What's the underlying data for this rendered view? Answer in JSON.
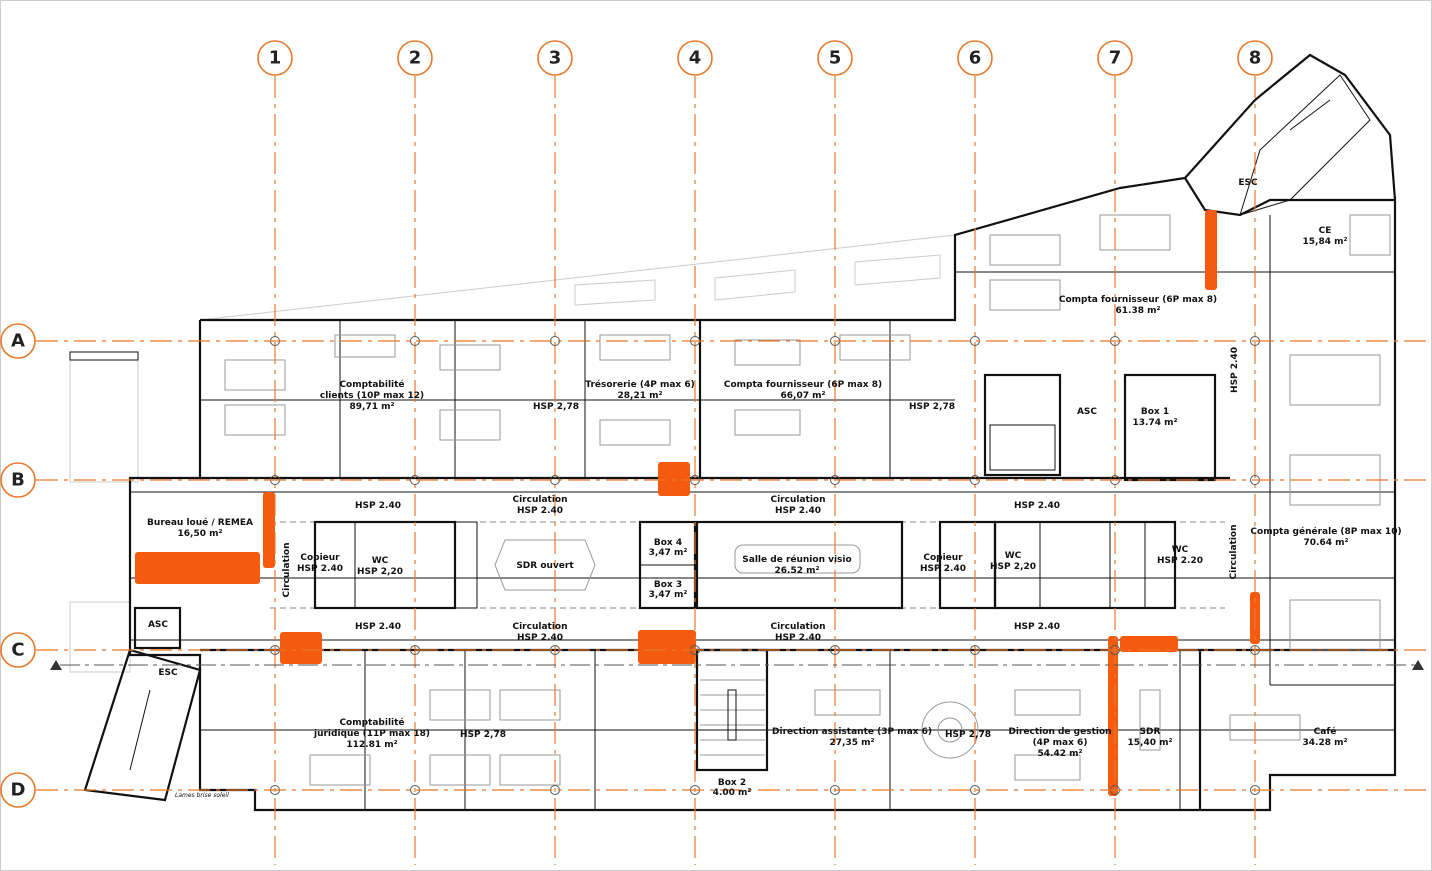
{
  "grid": {
    "columns": [
      "1",
      "2",
      "3",
      "4",
      "5",
      "6",
      "7",
      "8"
    ],
    "rows": [
      "A",
      "B",
      "C",
      "D"
    ],
    "line_color": "#e8782a"
  },
  "highlight_color": "#f45b0f",
  "rooms": {
    "comptabilite_clients": {
      "line1": "Comptabilité",
      "line2": "clients (10P max 12)",
      "area": "89,71 m²"
    },
    "tresorerie": {
      "line1": "Trésorerie (4P max 6)",
      "area": "28,21 m²"
    },
    "compta_fournisseur_a": {
      "line1": "Compta fournisseur (6P max 8)",
      "area": "66,07 m²"
    },
    "compta_fournisseur_b": {
      "line1": "Compta fournisseur (6P max 8)",
      "area": "61.38 m²"
    },
    "ce": {
      "line1": "CE",
      "area": "15,84 m²"
    },
    "asc_top": {
      "line1": "ASC"
    },
    "box1": {
      "line1": "Box 1",
      "area": "13.74 m²"
    },
    "compta_generale": {
      "line1": "Compta générale (8P max 10)",
      "area": "70.64 m²"
    },
    "bureau_loue": {
      "line1": "Bureau loué / REMEA",
      "area": "16,50 m²"
    },
    "copieur_left": {
      "line1": "Copieur",
      "line2": "HSP 2.40"
    },
    "wc_left": {
      "line1": "WC",
      "line2": "HSP 2,20"
    },
    "sdr_ouvert": {
      "line1": "SDR ouvert"
    },
    "box4": {
      "line1": "Box 4",
      "area": "3,47 m²"
    },
    "box3": {
      "line1": "Box 3",
      "area": "3,47 m²"
    },
    "salle_reunion": {
      "line1": "Salle de réunion visio",
      "area": "26.52 m²"
    },
    "copieur_right": {
      "line1": "Copieur",
      "line2": "HSP 2.40"
    },
    "wc_mid": {
      "line1": "WC",
      "line2": "HSP 2,20"
    },
    "wc_right": {
      "line1": "WC",
      "line2": "HSP 2.20"
    },
    "asc_left": {
      "line1": "ASC"
    },
    "comptabilite_juridique": {
      "line1": "Comptabilité",
      "line2": "juridique (11P max 18)",
      "area": "112.81 m²"
    },
    "box2": {
      "line1": "Box 2",
      "area": "4.00 m²"
    },
    "direction_assistante": {
      "line1": "Direction assistante (3P max 6)",
      "area": "27,35 m²"
    },
    "direction_gestion": {
      "line1": "Direction de gestion",
      "line2": "(4P max 6)",
      "area": "54.42 m²"
    },
    "sdr": {
      "line1": "SDR",
      "area": "15,40 m²"
    },
    "cafe": {
      "line1": "Café",
      "area": "34.28 m²"
    }
  },
  "labels": {
    "esc": "ESC",
    "hsp_278": "HSP 2,78",
    "hsp_240": "HSP 2.40",
    "circulation": "Circulation",
    "brise_soleil": "Lames brise soleil"
  }
}
